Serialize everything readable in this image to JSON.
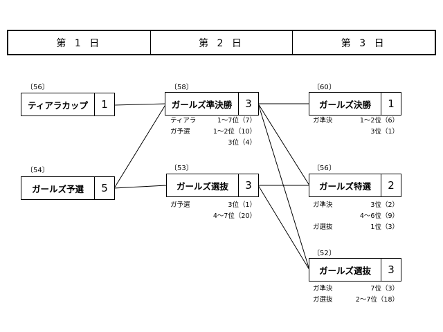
{
  "header": {
    "days": [
      "第 1 日",
      "第 2 日",
      "第 3 日"
    ]
  },
  "races": {
    "r1": {
      "cap": "〔56〕",
      "name": "ティアラカップ",
      "num": "1",
      "quals": []
    },
    "r2": {
      "cap": "〔54〕",
      "name": "ガールズ予選",
      "num": "5",
      "quals": []
    },
    "r3": {
      "cap": "〔58〕",
      "name": "ガールズ準決勝",
      "num": "3",
      "quals": [
        {
          "src": "ティアラ",
          "pl": "1〜7位（7）"
        },
        {
          "src": "ガ予選",
          "pl": "1〜2位（10）"
        },
        {
          "src": "",
          "pl": "3位（4）"
        }
      ]
    },
    "r4": {
      "cap": "〔53〕",
      "name": "ガールズ選抜",
      "num": "3",
      "quals": [
        {
          "src": "ガ予選",
          "pl": "3位（1）"
        },
        {
          "src": "",
          "pl": "4〜7位（20）"
        }
      ]
    },
    "r5": {
      "cap": "〔60〕",
      "name": "ガールズ決勝",
      "num": "1",
      "quals": [
        {
          "src": "ガ準決",
          "pl": "1〜2位（6）"
        },
        {
          "src": "",
          "pl": "3位（1）"
        }
      ]
    },
    "r6": {
      "cap": "〔56〕",
      "name": "ガールズ特選",
      "num": "2",
      "quals": [
        {
          "src": "ガ準決",
          "pl": "3位（2）"
        },
        {
          "src": "",
          "pl": "4〜6位（9）"
        },
        {
          "src": "ガ選抜",
          "pl": "1位（3）"
        }
      ]
    },
    "r7": {
      "cap": "〔52〕",
      "name": "ガールズ選抜",
      "num": "3",
      "quals": [
        {
          "src": "ガ準決",
          "pl": "7位（3）"
        },
        {
          "src": "ガ選抜",
          "pl": "2〜7位（18）"
        }
      ]
    }
  }
}
